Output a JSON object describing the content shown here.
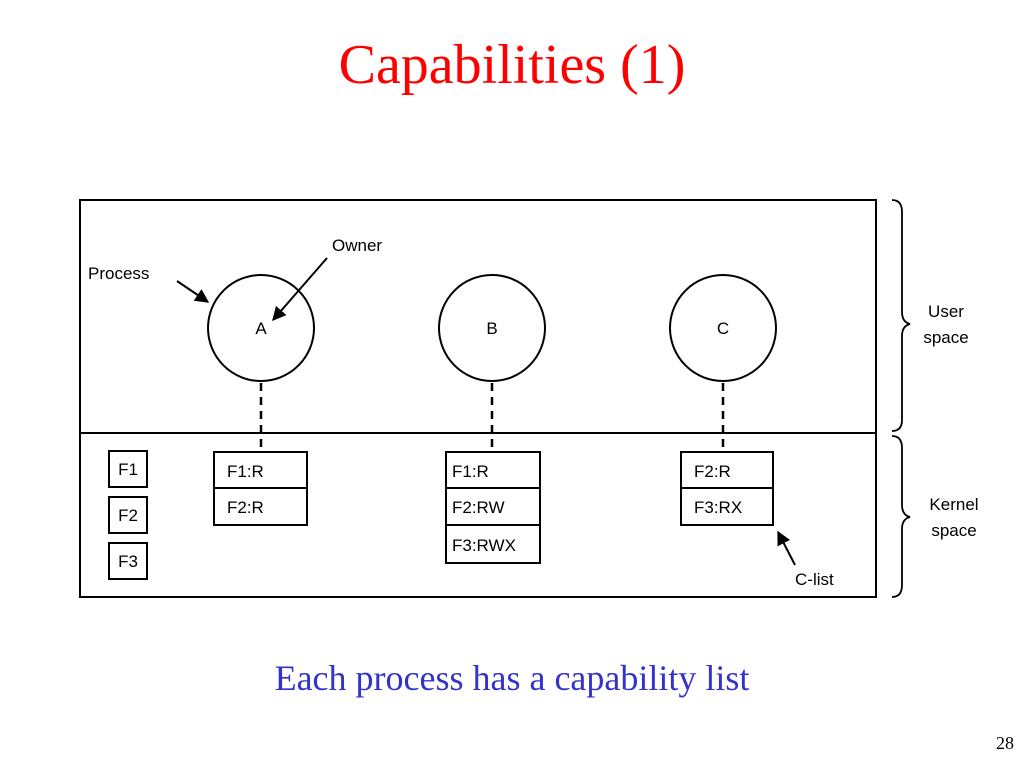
{
  "title": "Capabilities (1)",
  "caption": "Each process has a capability list",
  "page_number": "28",
  "colors": {
    "title": "#ff0000",
    "caption": "#3333cc",
    "lines": "#000000"
  },
  "diagram": {
    "labels": {
      "process": "Process",
      "owner": "Owner",
      "user_space": [
        "User",
        "space"
      ],
      "kernel_space": [
        "Kernel",
        "space"
      ],
      "clist": "C-list"
    },
    "processes": [
      {
        "name": "A",
        "capabilities": [
          "F1:R",
          "F2:R"
        ]
      },
      {
        "name": "B",
        "capabilities": [
          "F1:R",
          "F2:RW",
          "F3:RWX"
        ]
      },
      {
        "name": "C",
        "capabilities": [
          "F2:R",
          "F3:RX"
        ]
      }
    ],
    "files": [
      "F1",
      "F2",
      "F3"
    ]
  }
}
